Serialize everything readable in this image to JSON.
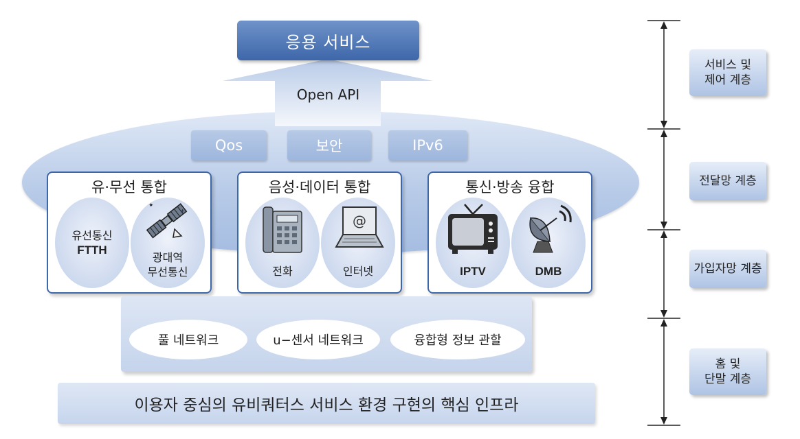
{
  "top": {
    "application": "응용 서비스",
    "api": "Open API"
  },
  "core_chips": [
    "Qos",
    "보안",
    "IPv6"
  ],
  "groups": [
    {
      "title": "유·무선 통합",
      "left": [
        "유선통신",
        "FTTH"
      ],
      "right": [
        "광대역",
        "무선통신"
      ],
      "left_icon": "",
      "right_icon": "satellite-icon"
    },
    {
      "title": "음성·데이터 통합",
      "left": [
        "전화"
      ],
      "right": [
        "인터넷"
      ],
      "left_icon": "phone-icon",
      "right_icon": "laptop-icon"
    },
    {
      "title": "통신·방송 융합",
      "left": [
        "IPTV"
      ],
      "right": [
        "DMB"
      ],
      "left_icon": "tv-icon",
      "right_icon": "satellite-dish-icon"
    }
  ],
  "networks": [
    "풀 네트워크",
    "u−센서 네트워크",
    "융합형 정보 관할"
  ],
  "foundation": "이용자 중심의 유비쿼터스 서비스 환경 구현의 핵심 인프라",
  "layers": [
    [
      "서비스 및",
      "제어 계층"
    ],
    [
      "전달망 계층"
    ],
    [
      "가입자망 계층"
    ],
    [
      "홈 및",
      "단말 계층"
    ]
  ],
  "colors": {
    "accent": "#3e67aa",
    "accent_light": "#6f93c9",
    "panel": "#c5d4ec"
  }
}
